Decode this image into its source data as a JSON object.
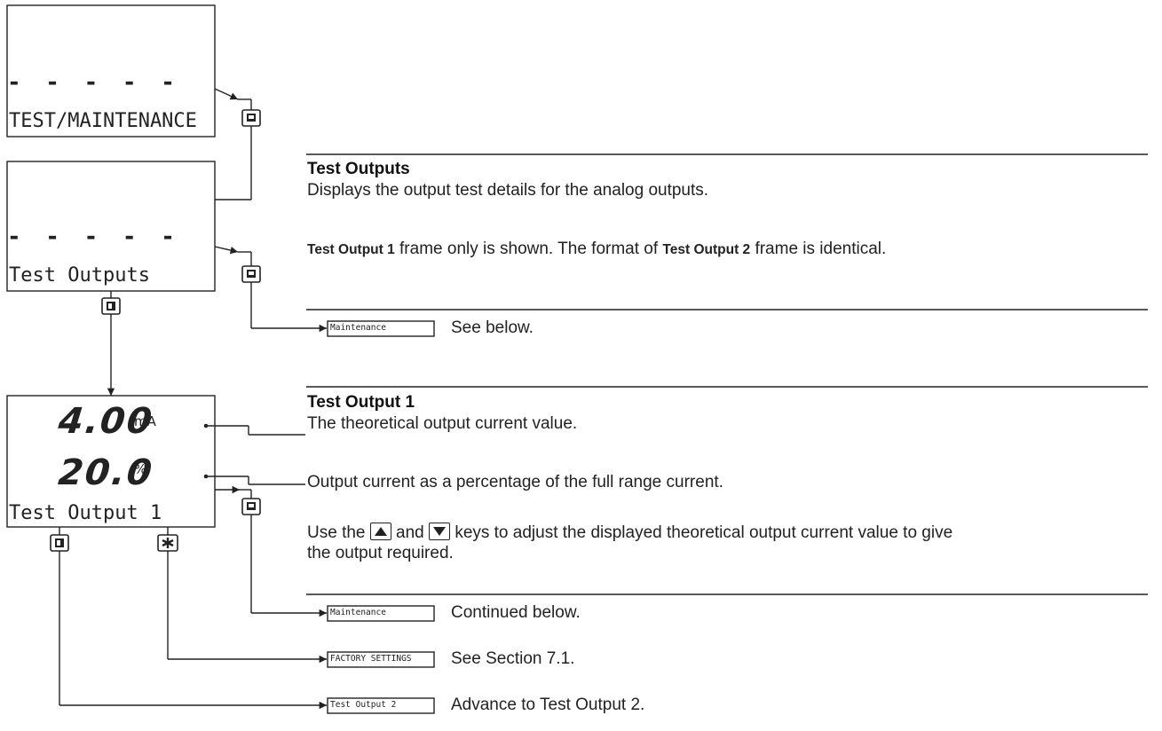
{
  "frame1": {
    "dashes": "- - - - -",
    "label": "TEST/MAINTENANCE"
  },
  "frame2": {
    "dashes": "- - - - -",
    "label": "Test Outputs"
  },
  "frame3": {
    "value1": "4.00",
    "unit1": "mA",
    "value2": "20.0",
    "unit2": "%",
    "label": "Test Output 1"
  },
  "section1": {
    "title": "Test Outputs",
    "description": "Displays the output test details for the analog outputs.",
    "note_part1": "Test Output 1",
    "note_part2": " frame only is shown. The format of ",
    "note_part3": "Test Output 2",
    "note_part4": " frame is identical."
  },
  "link_maintenance_1": {
    "tag": "Maintenance",
    "text": "See below."
  },
  "section2": {
    "title": "Test Output 1",
    "description1": "The theoretical output current value.",
    "description2": "Output current as a percentage of the full range current.",
    "use_part1": "Use the",
    "use_part2": "and",
    "use_part3": "keys to adjust the displayed theoretical output current value to give",
    "use_part4": "the output required."
  },
  "link_maintenance_2": {
    "tag": "Maintenance",
    "text": "Continued below."
  },
  "link_factory": {
    "tag": "FACTORY SETTINGS",
    "text": "See Section 7.1."
  },
  "link_output2": {
    "tag": "Test Output 2",
    "text": "Advance to Test Output 2."
  }
}
